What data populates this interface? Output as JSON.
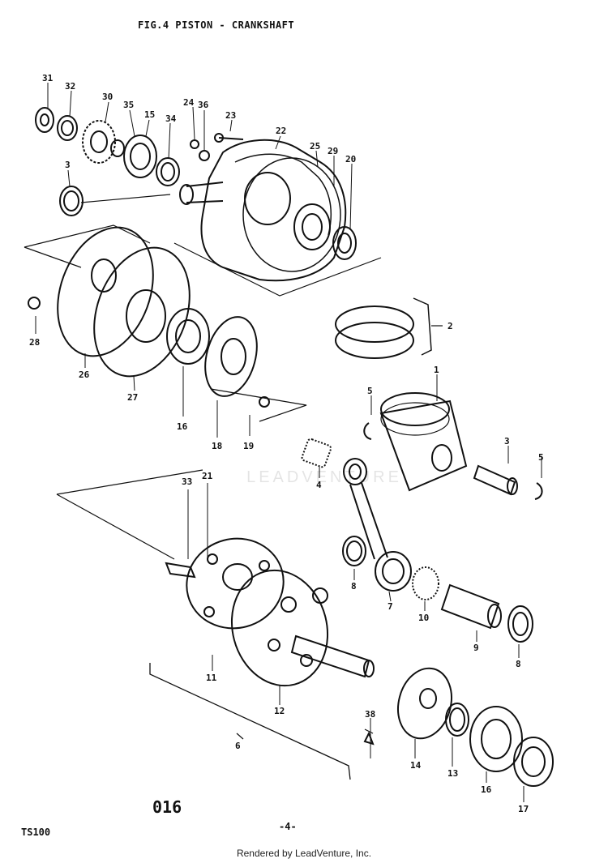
{
  "figure": {
    "title": "FIG.4  PISTON - CRANKSHAFT",
    "page_id": "016",
    "model": "TS100",
    "page_number": "-4-"
  },
  "watermark": "LEADVENTURE",
  "footer": "Rendered by LeadVenture, Inc.",
  "callouts": [
    "31",
    "32",
    "30",
    "35",
    "15",
    "34",
    "24",
    "36",
    "23",
    "22",
    "25",
    "29",
    "20",
    "3",
    "2",
    "28",
    "26",
    "27",
    "16",
    "18",
    "19",
    "5",
    "1",
    "3",
    "5",
    "4",
    "33",
    "21",
    "8",
    "7",
    "10",
    "9",
    "8",
    "11",
    "12",
    "38",
    "6",
    "14",
    "13",
    "16",
    "17"
  ]
}
